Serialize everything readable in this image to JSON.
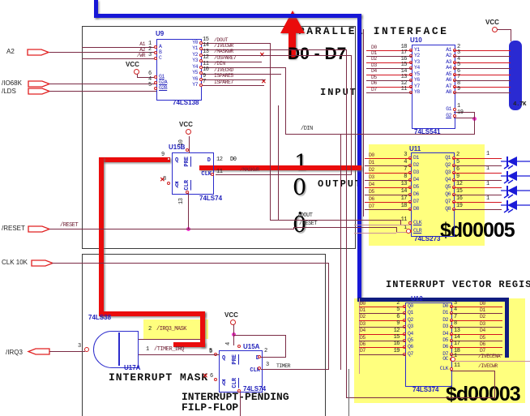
{
  "annotations": {
    "parallel_interface": "PARALLEL INTERFACE",
    "input": "INPUT",
    "output": "OUTPUT",
    "bus_label": "D0 - D7",
    "ivr_title": "INTERRUPT VECTOR REGISTOR",
    "interrupt_mask": "INTERRUPT MASK",
    "int_pending_line1": "INTERRUPT-PENDING",
    "int_pending_line2": "FILP-FLOP",
    "addr_output": "$d00005",
    "addr_ivr": "$d00003",
    "vertical_digits": [
      "1",
      "0",
      ".",
      "0"
    ]
  },
  "connectors": {
    "a2": "A2",
    "io68k": "/IO68K",
    "lds": "/LDS",
    "reset": "/RESET",
    "clk10k": "CLK 10K",
    "irq3": "/IRQ3"
  },
  "wire_labels": {
    "din": "/DIN",
    "dout": "/DOUT",
    "reset": "/RESET",
    "maskwr": "/MASKWR",
    "d0": "D0"
  },
  "power": {
    "vcc": "VCC",
    "rpack_value": "4.7K"
  },
  "led": {
    "tag": "1"
  },
  "chips": {
    "u9": {
      "ref": "U9",
      "part": "74LS138",
      "left": [
        {
          "sig": "A1",
          "n": "1",
          "inner": "A"
        },
        {
          "sig": "A2",
          "n": "2",
          "inner": "B"
        },
        {
          "sig": "/WR",
          "n": "3",
          "inner": "C"
        }
      ],
      "enable": [
        {
          "n": "6",
          "inner": "G1"
        },
        {
          "n": "4",
          "inner": "G2A"
        },
        {
          "n": "5",
          "inner": "G2B"
        }
      ],
      "right": [
        {
          "inner": "Y0",
          "n": "15",
          "sig": "/DOUT"
        },
        {
          "inner": "Y1",
          "n": "14",
          "sig": "/IVECWR"
        },
        {
          "inner": "Y2",
          "n": "13",
          "sig": "/MASKWR"
        },
        {
          "inner": "Y3",
          "n": "12",
          "sig": "/OSPARE7"
        },
        {
          "inner": "Y4",
          "n": "11",
          "sig": "/DIN"
        },
        {
          "inner": "Y5",
          "n": "10",
          "sig": "/IVECRD"
        },
        {
          "inner": "Y6",
          "n": "9",
          "sig": "ISPARE5"
        },
        {
          "inner": "Y7",
          "n": "7",
          "sig": "ISPARE7"
        }
      ]
    },
    "u10": {
      "ref": "U10",
      "part": "74LS541",
      "left": [
        {
          "sig": "D0",
          "n": "18",
          "inner": "Y1"
        },
        {
          "sig": "D1",
          "n": "17",
          "inner": "Y2"
        },
        {
          "sig": "D2",
          "n": "16",
          "inner": "Y3"
        },
        {
          "sig": "D3",
          "n": "15",
          "inner": "Y4"
        },
        {
          "sig": "D4",
          "n": "14",
          "inner": "Y5"
        },
        {
          "sig": "D5",
          "n": "13",
          "inner": "Y6"
        },
        {
          "sig": "D6",
          "n": "12",
          "inner": "Y7"
        },
        {
          "sig": "D7",
          "n": "11",
          "inner": "Y8"
        }
      ],
      "right": [
        {
          "inner": "A1",
          "n": "2"
        },
        {
          "inner": "A2",
          "n": "3"
        },
        {
          "inner": "A3",
          "n": "4"
        },
        {
          "inner": "A4",
          "n": "5"
        },
        {
          "inner": "A5",
          "n": "6"
        },
        {
          "inner": "A6",
          "n": "7"
        },
        {
          "inner": "A7",
          "n": "8"
        },
        {
          "inner": "A8",
          "n": "9"
        }
      ],
      "enable": [
        {
          "inner": "G1",
          "n": "1"
        },
        {
          "inner": "G2",
          "n": "19"
        }
      ]
    },
    "u11": {
      "ref": "U11",
      "part": "74LS273",
      "left": [
        {
          "sig": "D0",
          "n": "3",
          "inner": "D1"
        },
        {
          "sig": "D1",
          "n": "4",
          "inner": "D2"
        },
        {
          "sig": "D2",
          "n": "7",
          "inner": "D3"
        },
        {
          "sig": "D3",
          "n": "8",
          "inner": "D4"
        },
        {
          "sig": "D4",
          "n": "13",
          "inner": "D5"
        },
        {
          "sig": "D5",
          "n": "14",
          "inner": "D6"
        },
        {
          "sig": "D6",
          "n": "17",
          "inner": "D7"
        },
        {
          "sig": "D7",
          "n": "18",
          "inner": "D8"
        }
      ],
      "right": [
        {
          "inner": "Q1",
          "n": "2"
        },
        {
          "inner": "Q2",
          "n": "5"
        },
        {
          "inner": "Q3",
          "n": "6"
        },
        {
          "inner": "Q4",
          "n": "9"
        },
        {
          "inner": "Q5",
          "n": "12"
        },
        {
          "inner": "Q6",
          "n": "15"
        },
        {
          "inner": "Q7",
          "n": "16"
        },
        {
          "inner": "Q8",
          "n": "19"
        }
      ],
      "ctl": [
        {
          "inner": "CLK",
          "n": "11"
        },
        {
          "inner": "CLR",
          "n": "1"
        }
      ]
    },
    "u12": {
      "ref": "U12",
      "part": "74LS374",
      "left": [
        {
          "sig": "D0",
          "n": "2",
          "inner": "Q0"
        },
        {
          "sig": "D1",
          "n": "5",
          "inner": "Q1"
        },
        {
          "sig": "D2",
          "n": "6",
          "inner": "Q2"
        },
        {
          "sig": "D3",
          "n": "9",
          "inner": "Q3"
        },
        {
          "sig": "D4",
          "n": "12",
          "inner": "Q4"
        },
        {
          "sig": "D5",
          "n": "15",
          "inner": "Q5"
        },
        {
          "sig": "D6",
          "n": "16",
          "inner": "Q6"
        },
        {
          "sig": "D7",
          "n": "19",
          "inner": "Q7"
        }
      ],
      "right": [
        {
          "inner": "D0",
          "n": "3",
          "sig": "D0"
        },
        {
          "inner": "D1",
          "n": "4",
          "sig": "D1"
        },
        {
          "inner": "D2",
          "n": "7",
          "sig": "D2"
        },
        {
          "inner": "D3",
          "n": "8",
          "sig": "D3"
        },
        {
          "inner": "D4",
          "n": "13",
          "sig": "D4"
        },
        {
          "inner": "D5",
          "n": "14",
          "sig": "D5"
        },
        {
          "inner": "D6",
          "n": "17",
          "sig": "D6"
        },
        {
          "inner": "D7",
          "n": "18",
          "sig": "D7"
        }
      ],
      "ctl": [
        {
          "inner": "OC",
          "n": "1",
          "sig": "/IVECENA"
        },
        {
          "inner": "CLK",
          "n": "11",
          "sig": "/IVECWR"
        }
      ]
    }
  },
  "flipflops": {
    "u15b": {
      "ref": "U15B",
      "part": "74LS74",
      "q": "Q",
      "qb": "Q",
      "pre": "PRE",
      "clr": "CLR",
      "d": "D",
      "clk": "CLK",
      "n_q": "9",
      "n_qb": "8",
      "n_pre": "10",
      "n_clr": "13",
      "n_d": "12",
      "n_clk": "11",
      "d_sig": "D0",
      "clk_sig": "/MASKWR"
    },
    "u15a": {
      "ref": "U15A",
      "part": "74LS74",
      "q": "Q",
      "qb": "Q",
      "pre": "PRE",
      "clr": "CLR",
      "d": "D",
      "clk": "CLK",
      "n_q": "5",
      "n_qb": "6",
      "n_pre": "4",
      "n_d": "2",
      "n_clk": "3",
      "clk_sig": "TIMER"
    }
  },
  "gate": {
    "ref": "U17A",
    "part": "74LS38",
    "out_n": "3",
    "in1_n": "2",
    "in1_sig": "/IRQ3_MASK",
    "in2_n": "1",
    "in2_sig": "/TIMER_IRQ"
  }
}
